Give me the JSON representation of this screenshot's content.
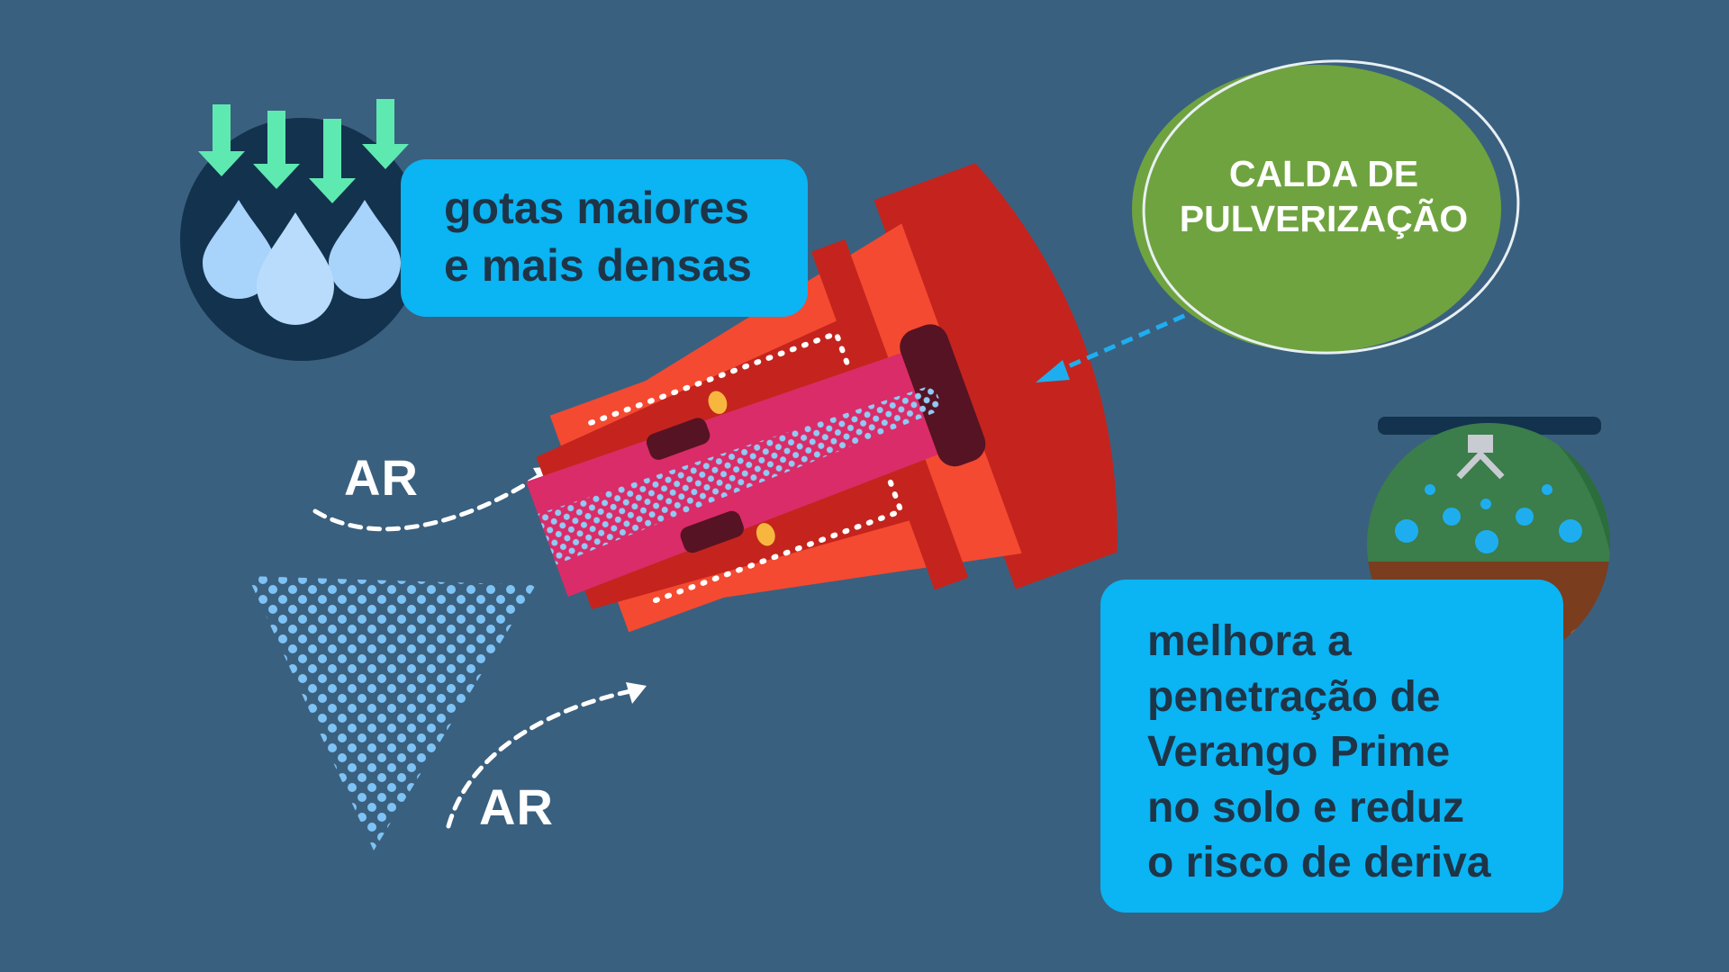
{
  "callouts": {
    "droplets": {
      "lines": [
        "gotas maiores",
        "e mais densas"
      ]
    },
    "benefit": {
      "lines": [
        "melhora a",
        "penetração de",
        "Verango Prime",
        "no solo e reduz",
        "o risco de deriva"
      ]
    },
    "liquid": {
      "lines": [
        "CALDA DE",
        "PULVERIZAÇÃO"
      ]
    }
  },
  "air": {
    "top": "AR",
    "bottom": "AR"
  },
  "colors": {
    "background": "#3a607f",
    "callout": "#0bb4f2",
    "nozzle": "#f44a31",
    "nozzle_dark": "#c4241d",
    "inner_pink": "#da2c68",
    "liquid_bubble": "#6fa33f",
    "droplet": "#a8d3fb",
    "arrow": "#5ee9b0",
    "spray": "#7ec3f5"
  },
  "icons": [
    "droplet-icon",
    "down-arrow-icon",
    "sprayer-icon",
    "soil-icon"
  ]
}
